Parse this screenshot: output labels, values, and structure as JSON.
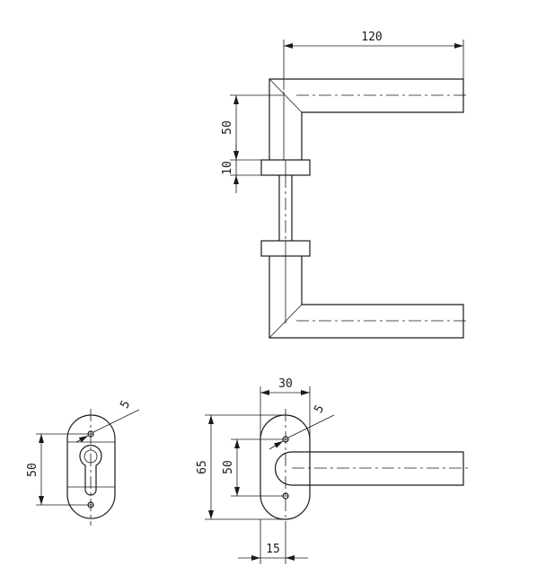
{
  "dimensions": {
    "top_width": "120",
    "top_height": "50",
    "rose_thickness": "10",
    "rose_width": "30",
    "rose_height": "65",
    "screw_spacing": "50",
    "screw_diameter": "5",
    "offset": "15",
    "escutcheon_height": "50",
    "escutcheon_screw": "5"
  },
  "colors": {
    "line": "#1a1a1a",
    "background": "#ffffff"
  }
}
